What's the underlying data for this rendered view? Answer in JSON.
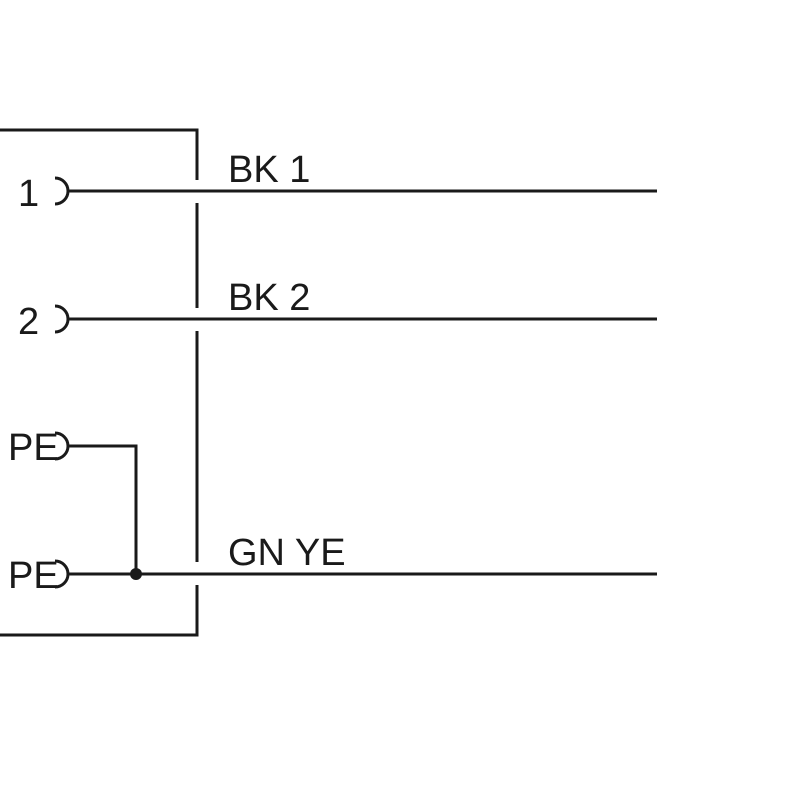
{
  "diagram": {
    "type": "connector-wiring-diagram",
    "pins": [
      {
        "id": "1",
        "label": "1"
      },
      {
        "id": "2",
        "label": "2"
      },
      {
        "id": "PE-a",
        "label": "PE"
      },
      {
        "id": "PE-b",
        "label": "PE"
      }
    ],
    "wires": [
      {
        "from": "1",
        "label": "BK 1"
      },
      {
        "from": "2",
        "label": "BK 2"
      },
      {
        "from": "PE-b",
        "label": "GN YE"
      }
    ],
    "junctions": [
      {
        "connects": [
          "PE-a",
          "PE-b"
        ]
      }
    ],
    "colors": {
      "line": "#1a1a1a",
      "background": "#ffffff"
    }
  }
}
